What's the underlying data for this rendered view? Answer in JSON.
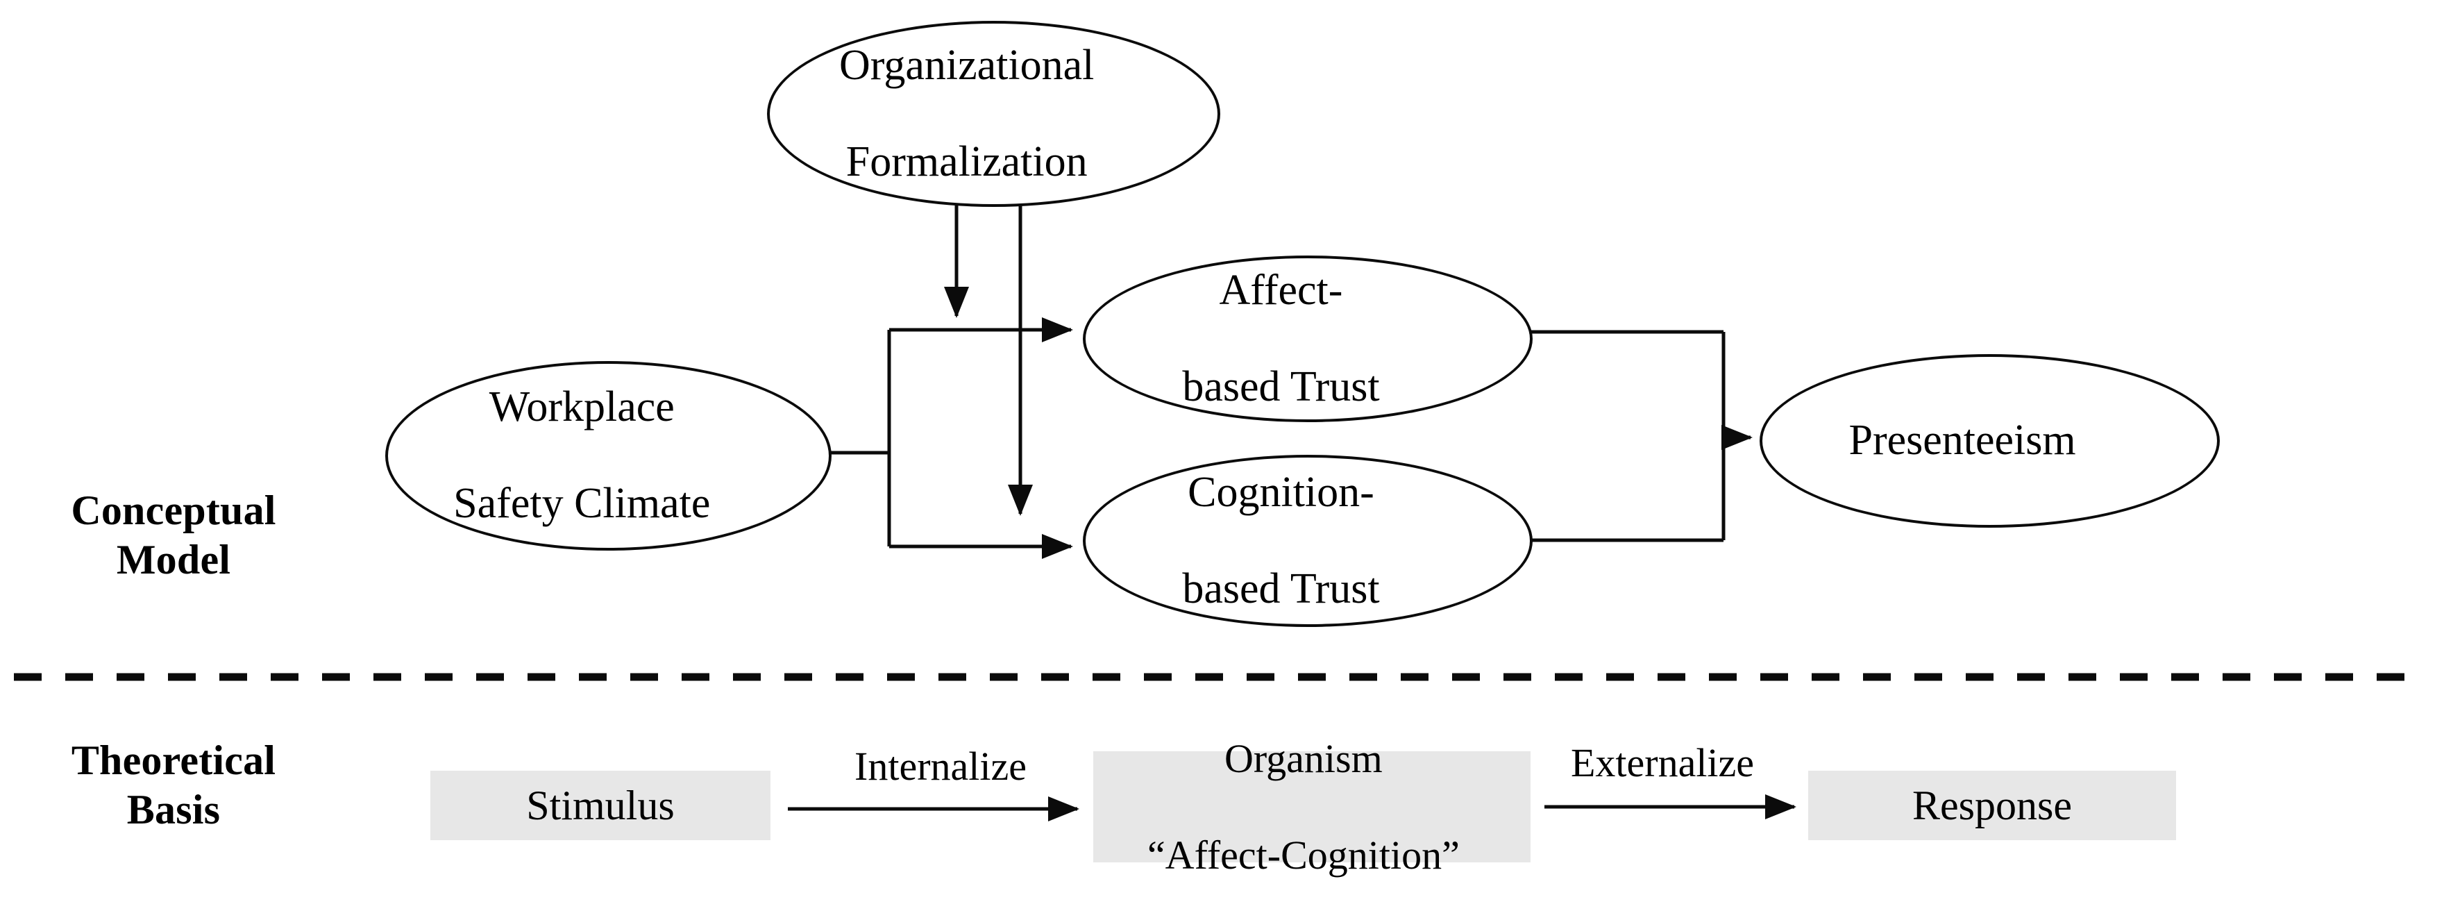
{
  "figure": {
    "rows": [
      {
        "key": "conceptual",
        "label_line1": "Conceptual",
        "label_line2": "Model"
      },
      {
        "key": "theoretical",
        "label_line1": "Theoretical",
        "label_line2": "Basis"
      }
    ]
  },
  "conceptual_model": {
    "nodes": {
      "organizational_formalization": {
        "line1": "Organizational",
        "line2": "Formalization"
      },
      "workplace_safety_climate": {
        "line1": "Workplace",
        "line2": "Safety Climate"
      },
      "affect_based_trust": {
        "line1": "Affect-",
        "line2": "based Trust"
      },
      "cognition_based_trust": {
        "line1": "Cognition-",
        "line2": "based Trust"
      },
      "presenteeism": {
        "line1": "Presenteeism",
        "line2": ""
      }
    }
  },
  "theoretical_basis": {
    "stimulus": {
      "line1": "Stimulus",
      "line2": ""
    },
    "organism": {
      "line1": "Organism",
      "line2": "“Affect-Cognition”"
    },
    "response": {
      "line1": "Response",
      "line2": ""
    },
    "edge_labels": {
      "internalize": "Internalize",
      "externalize": "Externalize"
    }
  },
  "style": {
    "stroke": "#0b0b0b",
    "box_fill": "#e7e7e7",
    "background": "#ffffff",
    "divider": "dashed"
  },
  "chart_data": {
    "type": "diagram",
    "title": "Conceptual Model and Theoretical Basis",
    "nodes": [
      {
        "id": "organizational_formalization",
        "label": "Organizational Formalization",
        "shape": "ellipse",
        "row": "conceptual"
      },
      {
        "id": "workplace_safety_climate",
        "label": "Workplace Safety Climate",
        "shape": "ellipse",
        "row": "conceptual"
      },
      {
        "id": "affect_based_trust",
        "label": "Affect-based Trust",
        "shape": "ellipse",
        "row": "conceptual"
      },
      {
        "id": "cognition_based_trust",
        "label": "Cognition-based Trust",
        "shape": "ellipse",
        "row": "conceptual"
      },
      {
        "id": "presenteeism",
        "label": "Presenteeism",
        "shape": "ellipse",
        "row": "conceptual"
      },
      {
        "id": "stimulus",
        "label": "Stimulus",
        "shape": "rect",
        "row": "theoretical"
      },
      {
        "id": "organism",
        "label": "Organism “Affect-Cognition”",
        "shape": "rect",
        "row": "theoretical"
      },
      {
        "id": "response",
        "label": "Response",
        "shape": "rect",
        "row": "theoretical"
      }
    ],
    "edges": [
      {
        "from": "workplace_safety_climate",
        "to": "affect_based_trust",
        "label": "",
        "arrow": true
      },
      {
        "from": "workplace_safety_climate",
        "to": "cognition_based_trust",
        "label": "",
        "arrow": true
      },
      {
        "from": "organizational_formalization",
        "to": "workplace_safety_climate->affect_based_trust",
        "label": "",
        "arrow": true,
        "type": "moderation"
      },
      {
        "from": "organizational_formalization",
        "to": "workplace_safety_climate->cognition_based_trust",
        "label": "",
        "arrow": true,
        "type": "moderation"
      },
      {
        "from": "affect_based_trust",
        "to": "presenteeism",
        "label": "",
        "arrow": true
      },
      {
        "from": "cognition_based_trust",
        "to": "presenteeism",
        "label": "",
        "arrow": true
      },
      {
        "from": "stimulus",
        "to": "organism",
        "label": "Internalize",
        "arrow": true
      },
      {
        "from": "organism",
        "to": "response",
        "label": "Externalize",
        "arrow": true
      }
    ]
  }
}
